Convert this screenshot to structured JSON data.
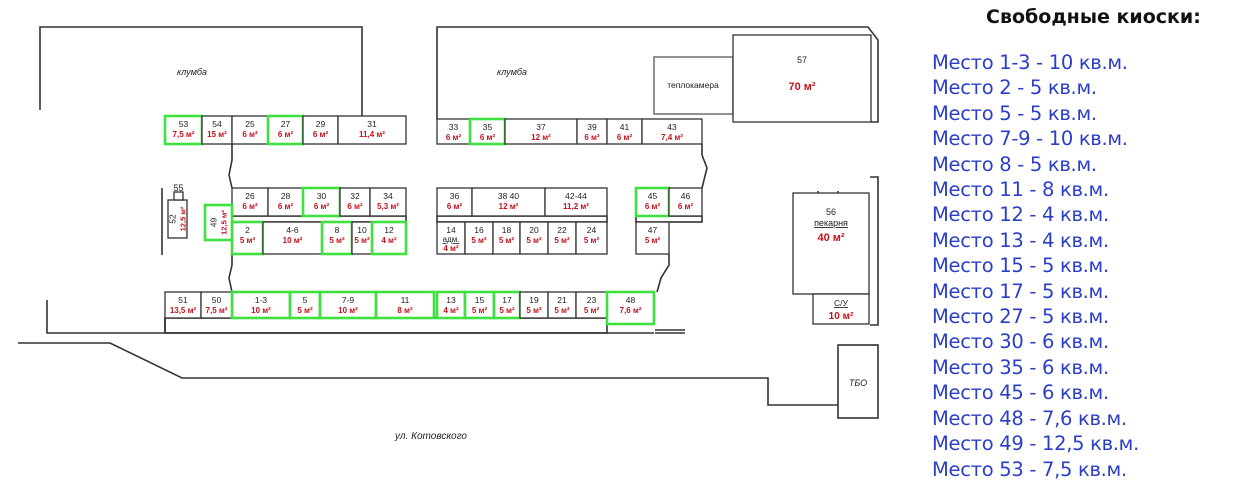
{
  "labels": {
    "flowerbed_left": "клумба",
    "flowerbed_right": "клумба",
    "heat_chamber": "теплокамера",
    "waste": "ТБО",
    "street": "ул. Котовского"
  },
  "colors": {
    "free_highlight": "#3fe03f",
    "area_text": "#c0141c",
    "legend_text": "#2b3fc6"
  },
  "kiosks": [
    {
      "num": "53",
      "area": "7,5 м²",
      "free": true
    },
    {
      "num": "54",
      "area": "15 м²",
      "free": false
    },
    {
      "num": "25",
      "area": "6 м²",
      "free": false
    },
    {
      "num": "27",
      "area": "6 м²",
      "free": true
    },
    {
      "num": "29",
      "area": "6 м²",
      "free": false
    },
    {
      "num": "31",
      "area": "11,4 м²",
      "free": false
    },
    {
      "num": "33",
      "area": "6 м²",
      "free": false
    },
    {
      "num": "35",
      "area": "6 м²",
      "free": true
    },
    {
      "num": "37",
      "area": "12 м²",
      "free": false
    },
    {
      "num": "39",
      "area": "6 м²",
      "free": false
    },
    {
      "num": "41",
      "area": "6 м²",
      "free": false
    },
    {
      "num": "43",
      "area": "7,4 м²",
      "free": false
    },
    {
      "num": "26",
      "area": "6 м²",
      "free": false
    },
    {
      "num": "28",
      "area": "6 м²",
      "free": false
    },
    {
      "num": "30",
      "area": "6 м²",
      "free": true
    },
    {
      "num": "32",
      "area": "6 м²",
      "free": false
    },
    {
      "num": "34",
      "area": "5,3 м²",
      "free": false
    },
    {
      "num": "2",
      "area": "5 м²",
      "free": true
    },
    {
      "num": "4-6",
      "area": "10 м²",
      "free": false
    },
    {
      "num": "8",
      "area": "5 м²",
      "free": true
    },
    {
      "num": "10",
      "area": "5 м²",
      "free": false
    },
    {
      "num": "12",
      "area": "4 м²",
      "free": true
    },
    {
      "num": "36",
      "area": "6 м²",
      "free": false
    },
    {
      "num": "38      40",
      "area": "12 м²",
      "free": false
    },
    {
      "num": "42-44",
      "area": "11,2 м²",
      "free": false
    },
    {
      "num": "14 адм.",
      "area": "4 м²",
      "free": false
    },
    {
      "num": "16",
      "area": "5 м²",
      "free": false
    },
    {
      "num": "18",
      "area": "5 м²",
      "free": false
    },
    {
      "num": "20",
      "area": "5 м²",
      "free": false
    },
    {
      "num": "22",
      "area": "5 м²",
      "free": false
    },
    {
      "num": "24",
      "area": "5 м²",
      "free": false
    },
    {
      "num": "45",
      "area": "6 м²",
      "free": true
    },
    {
      "num": "46",
      "area": "6 м²",
      "free": false
    },
    {
      "num": "47",
      "area": "5 м²",
      "free": false
    },
    {
      "num": "51",
      "area": "13,5 м²",
      "free": false
    },
    {
      "num": "50",
      "area": "7,5 м²",
      "free": false
    },
    {
      "num": "1-3",
      "area": "10 м²",
      "free": true
    },
    {
      "num": "5",
      "area": "5 м²",
      "free": true
    },
    {
      "num": "7-9",
      "area": "10 м²",
      "free": true
    },
    {
      "num": "11",
      "area": "8 м²",
      "free": true
    },
    {
      "num": "13",
      "area": "4 м²",
      "free": true
    },
    {
      "num": "15",
      "area": "5 м²",
      "free": true
    },
    {
      "num": "17",
      "area": "5 м²",
      "free": true
    },
    {
      "num": "19",
      "area": "5 м²",
      "free": false
    },
    {
      "num": "21",
      "area": "5 м²",
      "free": false
    },
    {
      "num": "23",
      "area": "5 м²",
      "free": false
    },
    {
      "num": "48",
      "area": "7,6 м²",
      "free": true
    },
    {
      "num": "57",
      "area": "70 м²",
      "free": false
    },
    {
      "num": "56 пекарня",
      "area": "40 м²",
      "free": false
    },
    {
      "num": "С/У",
      "area": "10 м²",
      "free": false
    },
    {
      "num": "49",
      "area": "12,5 м²",
      "free": true
    },
    {
      "num": "52",
      "area": "12,5 м²",
      "free": false
    },
    {
      "num": "55",
      "area": "",
      "free": false
    }
  ],
  "legend": {
    "title": "Свободные киоски:",
    "items": [
      "Место 1-3 - 10 кв.м.",
      "Место 2 - 5 кв.м.",
      "Место 5 - 5 кв.м.",
      "Место 7-9 - 10 кв.м.",
      "Место 8 - 5 кв.м.",
      "Место 11 - 8 кв.м.",
      "Место 12 - 4 кв.м.",
      "Место 13 - 4 кв.м.",
      "Место 15 - 5 кв.м.",
      "Место 17 - 5 кв.м.",
      "Место 27 - 5 кв.м.",
      "Место 30 - 6 кв.м.",
      "Место 35 - 6 кв.м.",
      "Место 45 - 6 кв.м.",
      "Место 48 - 7,6 кв.м.",
      "Место 49 - 12,5 кв.м.",
      "Место 53 - 7,5 кв.м."
    ]
  }
}
